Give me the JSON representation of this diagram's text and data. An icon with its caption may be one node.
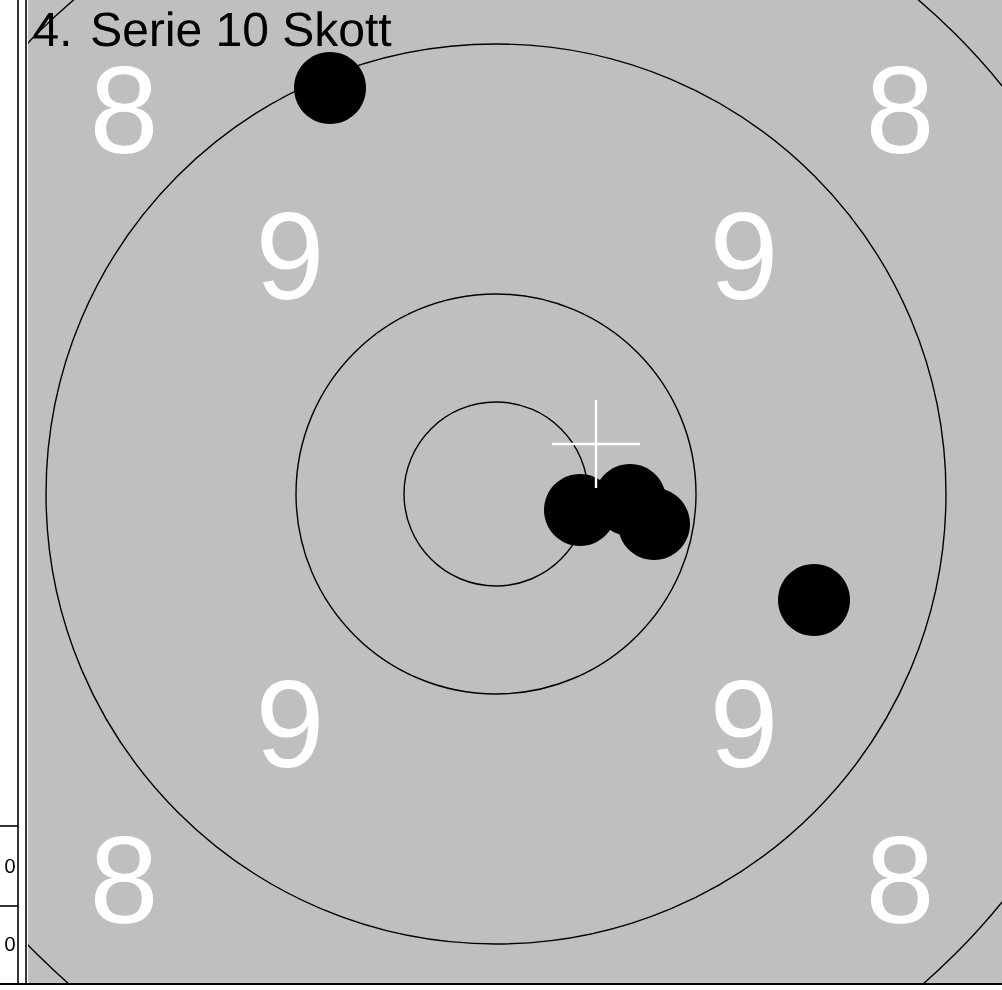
{
  "diagram": {
    "title": "4. Serie 10 Skott",
    "labels": [
      "8",
      "8",
      "9",
      "9",
      "9",
      "9",
      "8",
      "8",
      "0",
      "0"
    ]
  }
}
